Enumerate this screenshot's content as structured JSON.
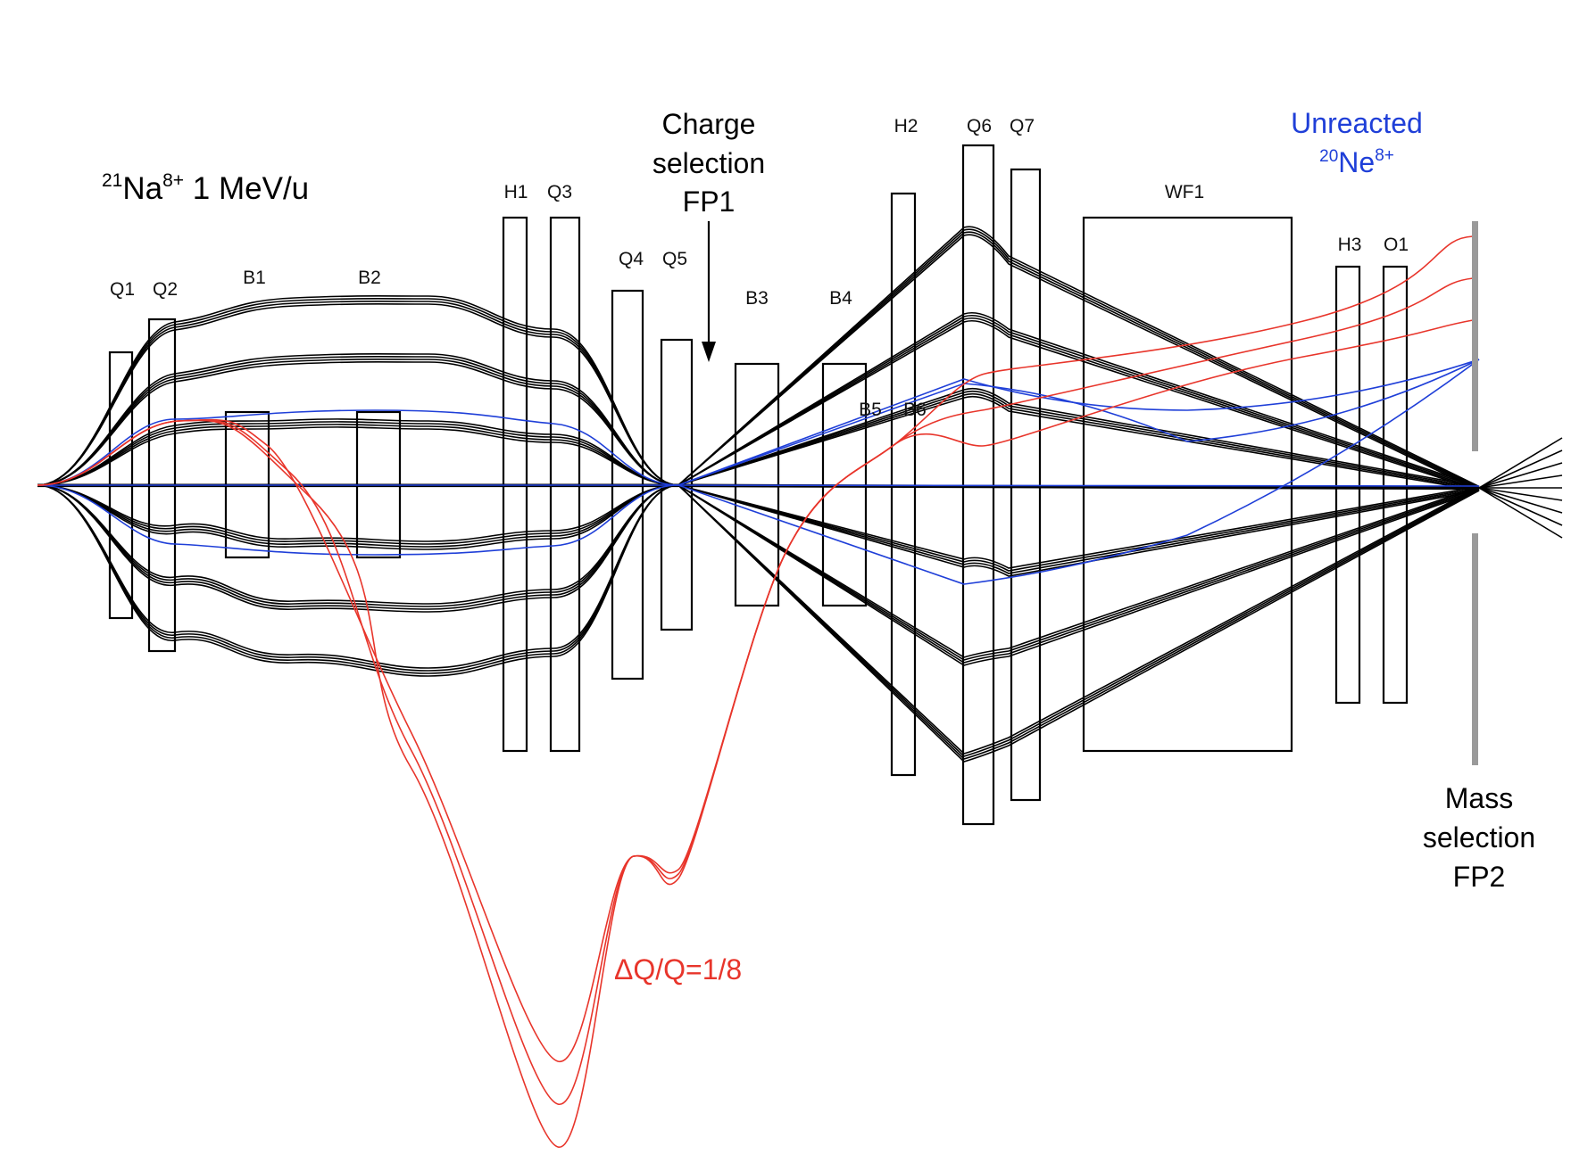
{
  "title": {
    "isotope_mass": "21",
    "isotope_symbol": "Na",
    "charge_state": "8+",
    "energy": " 1 MeV/u"
  },
  "elements": [
    {
      "id": "Q1",
      "label": "Q1"
    },
    {
      "id": "Q2",
      "label": "Q2"
    },
    {
      "id": "B1",
      "label": "B1"
    },
    {
      "id": "B2",
      "label": "B2"
    },
    {
      "id": "H1",
      "label": "H1"
    },
    {
      "id": "Q3",
      "label": "Q3"
    },
    {
      "id": "Q4",
      "label": "Q4"
    },
    {
      "id": "Q5",
      "label": "Q5"
    },
    {
      "id": "B3",
      "label": "B3"
    },
    {
      "id": "B4",
      "label": "B4"
    },
    {
      "id": "B5",
      "label": "B5"
    },
    {
      "id": "B6",
      "label": "B6"
    },
    {
      "id": "H2",
      "label": "H2"
    },
    {
      "id": "Q6",
      "label": "Q6"
    },
    {
      "id": "Q7",
      "label": "Q7"
    },
    {
      "id": "WF1",
      "label": "WF1"
    },
    {
      "id": "H3",
      "label": "H3"
    },
    {
      "id": "O1",
      "label": "O1"
    }
  ],
  "charge_selection": {
    "line1": "Charge",
    "line2": "selection",
    "line3": "FP1"
  },
  "unreacted": {
    "line1": "Unreacted",
    "mass": "20",
    "symbol": "Ne",
    "charge": "8+"
  },
  "mass_selection": {
    "line1": "Mass",
    "line2": "selection",
    "line3": "FP2"
  },
  "delta_q": "ΔQ/Q=1/8",
  "colors": {
    "main_beam": "#000000",
    "unreacted": "#1f3fd8",
    "charge_states": "#e8352b",
    "slits": "#9a9a9a"
  }
}
